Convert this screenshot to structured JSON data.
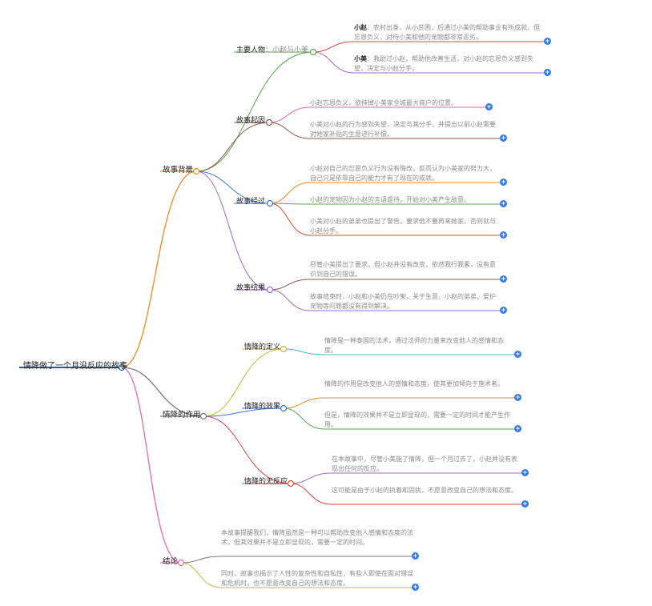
{
  "root": {
    "label": "情降做了一个月没反应的故事"
  },
  "branches": {
    "background": {
      "label": "故事背景"
    },
    "role": {
      "label": "情降的作用"
    },
    "conclusion": {
      "label": "结论"
    }
  },
  "sub": {
    "characters": {
      "label": "主要人物",
      "detail": "：小赵与小美"
    },
    "cause": {
      "label": "故事起因"
    },
    "process": {
      "label": "故事经过"
    },
    "result": {
      "label": "故事结果"
    },
    "definition": {
      "label": "情降的定义"
    },
    "effect": {
      "label": "情降的效果"
    },
    "noreaction": {
      "label": "情降的无反应"
    }
  },
  "leaves": {
    "zhao": {
      "name": "小赵",
      "text": "：农村出身，从小贫困，后通过小美的帮助事业有所成就，但忘恩负义，对待小美和他的宠物都非常恶劣。"
    },
    "mei": {
      "name": "小美",
      "text": "：救助过小赵，帮助他改善生活，对小赵的忘恩负义感到失望，决定与小赵分手。"
    },
    "cause1": "小赵忘恩负义，欲抹掉小美家全城最大商户的位置。",
    "cause2": "小美对小赵的行为感到失望，决定与其分手，并提出以前小赵需要对她家补贴的生意进行补偿。",
    "proc1": "小赵对自己的忘恩负义行为没有悔改，反而认为小美家的努力大，自己只是依靠自己的能力才有了现在的成就。",
    "proc2": "小赵的宠物因为小赵的言语虐待，开始对小美产生敌意。",
    "proc3": "小美对小赵的弟弟也提出了警告，要求他不要再来她家，否则就与小赵分手。",
    "res1": "尽管小美提出了要求，但小赵并没有改变，依然我行我素，没有意识到自己的错误。",
    "res2": "故事结束时，小赵和小美仍在吵架，关于生意、小赵的弟弟、爱护宠物等问题都没有得到解决。",
    "def1": "情降是一种泰国的法术，通过法师的力量来改变他人的感情和态度。",
    "eff1": "情降的作用是改变他人的感情和态度，使其更加倾向于施术者。",
    "eff2": "但是，情降的效果并不是立即显现的，需要一定的时间才能产生作用。",
    "nr1": "在本故事中，尽管小美施了情降，但一个月过去了，小赵并没有表现出任何的反应。",
    "nr2": "这可能是由于小赵的执着和固执，不愿意改变自己的想法和态度。",
    "con1": "本故事提醒我们，情降虽然是一种可以帮助改变他人感情和态度的法术，但其效果并不是立即显现的，需要一定的时间。",
    "con2": "同时，故事也揭示了人性的复杂性和自私性，有些人即使在面对错误和危机时，也不愿意改变自己的想法和态度。"
  },
  "colors": {
    "root": "#1f5fa8",
    "orange": "#f08a24",
    "gray": "#7a7a7a",
    "pink": "#e06ab0",
    "green": "#55a84a",
    "brown": "#8b5a4a",
    "blue": "#3a7bd5",
    "purple": "#a06ad0",
    "red": "#e0463c",
    "olive": "#c8b83a",
    "teal": "#3ab8c8",
    "plus": "#2f7cf0"
  }
}
